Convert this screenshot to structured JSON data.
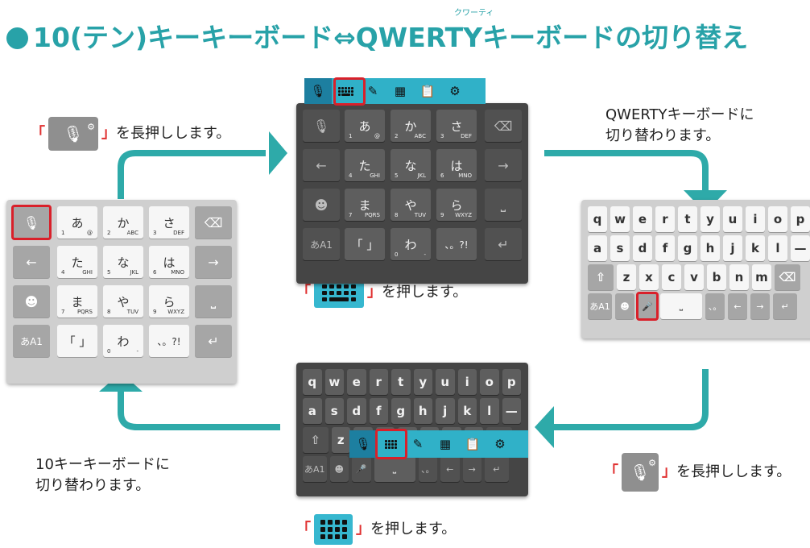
{
  "title": {
    "text": "10(テン)キーキーボード⇔QWERTYキーボードの切り替え",
    "ruby": "クワーティ"
  },
  "captions": {
    "top_left": "を長押しします。",
    "top_center": "を押します。",
    "top_right_line1": "QWERTYキーボードに",
    "top_right_line2": "切り替わります。",
    "bottom_right": "を長押しします。",
    "bottom_center": "を押します。",
    "bottom_left_line1": "10キーキーボードに",
    "bottom_left_line2": "切り替わります。",
    "bracket_open": "「",
    "bracket_close": "」"
  },
  "tenkey": {
    "rows": [
      [
        {
          "main": "",
          "icon": "mic-icon"
        },
        {
          "main": "あ",
          "l": "1",
          "r": "@"
        },
        {
          "main": "か",
          "l": "2",
          "r": "ABC"
        },
        {
          "main": "さ",
          "l": "3",
          "r": "DEF"
        },
        {
          "main": "",
          "icon": "backspace-icon"
        }
      ],
      [
        {
          "main": "←"
        },
        {
          "main": "た",
          "l": "4",
          "r": "GHI"
        },
        {
          "main": "な",
          "l": "5",
          "r": "JKL"
        },
        {
          "main": "は",
          "l": "6",
          "r": "MNO"
        },
        {
          "main": "→"
        }
      ],
      [
        {
          "main": "☻"
        },
        {
          "main": "ま",
          "l": "7",
          "r": "PQRS"
        },
        {
          "main": "や",
          "l": "8",
          "r": "TUV"
        },
        {
          "main": "ら",
          "l": "9",
          "r": "WXYZ"
        },
        {
          "main": "⎵"
        }
      ],
      [
        {
          "main": "あA1"
        },
        {
          "main": "「 」"
        },
        {
          "main": "わ",
          "l": "0",
          "r": "-"
        },
        {
          "main": "、。?!"
        },
        {
          "main": "↵"
        }
      ]
    ]
  },
  "qwerty": {
    "row1": [
      "q",
      "w",
      "e",
      "r",
      "t",
      "y",
      "u",
      "i",
      "o",
      "p"
    ],
    "row2": [
      "a",
      "s",
      "d",
      "f",
      "g",
      "h",
      "j",
      "k",
      "l",
      "—"
    ],
    "row3": [
      "⇧",
      "z",
      "x",
      "c",
      "v",
      "b",
      "n",
      "m",
      "⌫"
    ],
    "row4": [
      "あA1",
      "☻",
      "🎤",
      "⎵",
      "、。",
      "←",
      "→",
      "↵"
    ]
  },
  "toolbar": {
    "items": [
      "mic-icon",
      "keyboard-icon",
      "pen-icon",
      "screen-icon",
      "clipboard-icon",
      "gear-icon"
    ]
  },
  "colors": {
    "accent": "#28a2a8",
    "highlight": "#d9202a",
    "toolbar": "#30b1c8"
  }
}
